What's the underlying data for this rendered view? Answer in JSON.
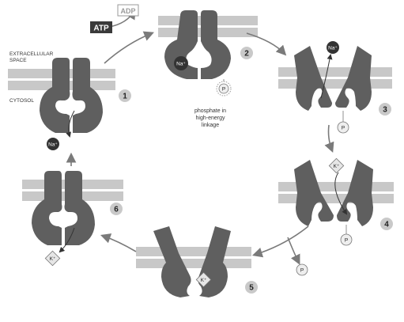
{
  "labels": {
    "extracellular": [
      "EXTRACELLULAR",
      "SPACE"
    ],
    "cytosol": "CYTOSOL",
    "phosphate_note": [
      "phosphate in",
      "high-energy",
      "linkage"
    ],
    "atp": "ATP",
    "adp": "ADP",
    "na": "Na⁺",
    "k": "K⁺",
    "p": "P"
  },
  "steps": [
    "1",
    "2",
    "3",
    "4",
    "5",
    "6"
  ],
  "colors": {
    "protein": "#5f5f5f",
    "membrane": "#c8c8c8",
    "step_circle": "#c9c9c9",
    "arrow": "#7a7a7a",
    "atp_box": "#3a3a3a",
    "na_ion": "#333333",
    "k_ion": "#e6e6e6",
    "phosphate": "#eeeeee"
  }
}
